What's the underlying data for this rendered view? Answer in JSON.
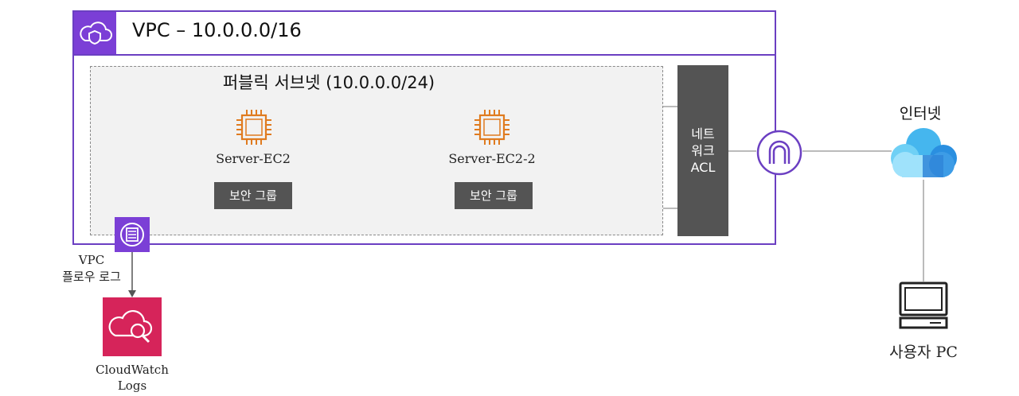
{
  "vpc": {
    "title": "VPC – 10.0.0.0/16",
    "icon": "vpc-cloud-shield-icon",
    "color": "#6b3fc2"
  },
  "subnet": {
    "title": "퍼블릭 서브넷 (10.0.0.0/24)"
  },
  "servers": [
    {
      "label": "Server-EC2",
      "icon": "ec2-chip-icon",
      "security_group": "보안 그룹"
    },
    {
      "label": "Server-EC2-2",
      "icon": "ec2-chip-icon",
      "security_group": "보안 그룹"
    }
  ],
  "network_acl": {
    "line1": "네트",
    "line2": "워크",
    "line3": "ACL"
  },
  "internet_gateway": {
    "icon": "internet-gateway-icon"
  },
  "internet": {
    "label": "인터넷",
    "icon": "cloud-icon"
  },
  "user": {
    "label": "사용자 PC",
    "icon": "computer-icon"
  },
  "flow_logs": {
    "line1": "VPC",
    "line2": "플로우 로그",
    "icon": "flow-logs-icon"
  },
  "cloudwatch": {
    "line1": "CloudWatch",
    "line2": "Logs",
    "icon": "cloudwatch-logs-icon",
    "color": "#d6245a"
  },
  "colors": {
    "accent": "#6b3fc2",
    "ec2": "#e07b1f",
    "dark_box": "#545454"
  }
}
